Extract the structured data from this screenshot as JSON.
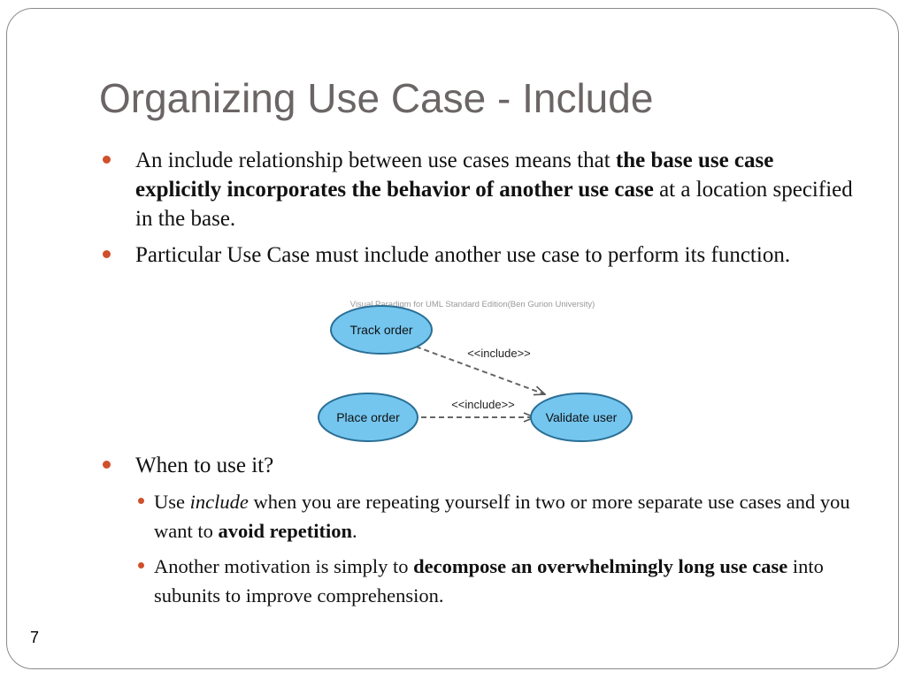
{
  "slide": {
    "title": "Organizing Use Case - Include",
    "page_number": "7",
    "bullets": [
      {
        "segments": [
          "An include relationship between use cases means that ",
          "the base use case explicitly incorporates the behavior of another use case",
          " at a location specified in the base."
        ]
      },
      {
        "text": "Particular Use Case must include another use case to perform its function."
      },
      {
        "text": "When to use it?"
      }
    ],
    "sub_bullets": [
      {
        "segments": [
          "Use ",
          "include",
          " when you are repeating yourself in two or more separate use cases and you want to ",
          "avoid repetition",
          "."
        ]
      },
      {
        "segments": [
          "Another motivation is simply to ",
          "decompose an overwhelmingly long use case",
          " into subunits to improve comprehension."
        ]
      }
    ]
  },
  "diagram": {
    "watermark": "Visual Paradigm for UML Standard Edition(Ben Gurion University)",
    "use_cases": [
      "Track order",
      "Place order",
      "Validate user"
    ],
    "relations": [
      "<<include>>",
      "<<include>>"
    ],
    "colors": {
      "fill": "#74c6ef",
      "stroke": "#2a6f96",
      "bullet": "#d0502c"
    }
  }
}
